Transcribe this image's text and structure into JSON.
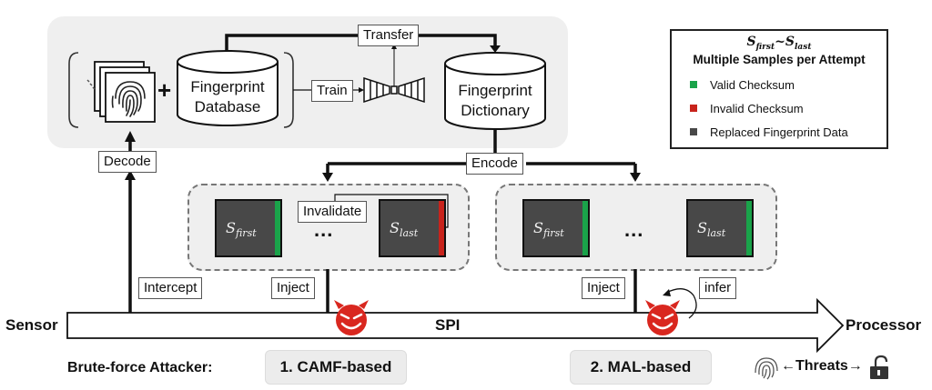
{
  "top_panel": {
    "database_label_line1": "Fingerprint",
    "database_label_line2": "Database",
    "dictionary_label_line1": "Fingerprint",
    "dictionary_label_line2": "Dictionary",
    "plus": "+",
    "train_label": "Train",
    "transfer_label": "Transfer"
  },
  "flow_labels": {
    "decode": "Decode",
    "encode": "Encode",
    "intercept": "Intercept",
    "inject_1": "Inject",
    "inject_2": "Inject",
    "infer": "infer",
    "invalidate": "Invalidate"
  },
  "legend": {
    "title_symbol_first": "S",
    "title_symbol_first_sub": "first",
    "title_symbol_sep": "~",
    "title_symbol_last": "S",
    "title_symbol_last_sub": "last",
    "title": "Multiple Samples per Attempt",
    "items": [
      {
        "label": "Valid Checksum",
        "color": "#1aa34a"
      },
      {
        "label": "Invalid Checksum",
        "color": "#c8231c"
      },
      {
        "label": "Replaced Fingerprint Data",
        "color": "#484848"
      }
    ]
  },
  "attacks": [
    {
      "name": "1. CAMF-based",
      "samples": [
        {
          "symbol": "S",
          "sub": "first",
          "checksum": "valid"
        },
        {
          "symbol": "S",
          "sub": "last",
          "checksum": "invalid"
        }
      ],
      "ellipsis": "..."
    },
    {
      "name": "2. MAL-based",
      "samples": [
        {
          "symbol": "S",
          "sub": "first",
          "checksum": "valid"
        },
        {
          "symbol": "S",
          "sub": "last",
          "checksum": "valid"
        }
      ],
      "ellipsis": "..."
    }
  ],
  "bus": {
    "sensor": "Sensor",
    "spi": "SPI",
    "processor": "Processor"
  },
  "footer": {
    "attacker_label": "Brute-force Attacker:",
    "threats_label": "Threats",
    "left_arrow": "←",
    "right_arrow": "→"
  },
  "colors": {
    "valid": "#1aa34a",
    "invalid": "#c8231c",
    "sample_fill": "#484848",
    "devil": "#d9271f",
    "panel_bg": "#efefef"
  }
}
